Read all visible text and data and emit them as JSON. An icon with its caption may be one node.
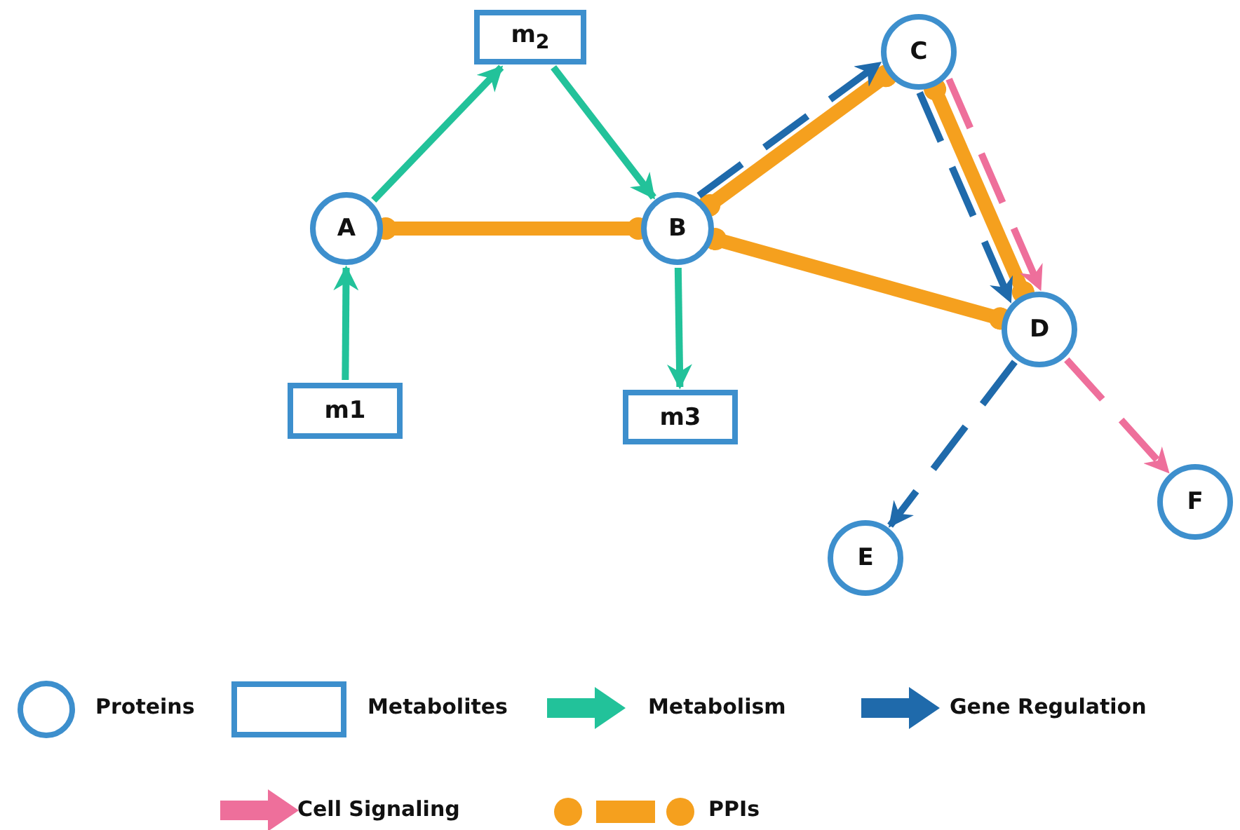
{
  "diagram": {
    "nodes": [
      {
        "text": [
          "A"
        ]
      },
      {
        "text": [
          "B"
        ]
      },
      {
        "text": [
          "C"
        ]
      },
      {
        "text": [
          "D"
        ]
      },
      {
        "text": [
          "E"
        ]
      },
      {
        "text": [
          "F"
        ]
      },
      {
        "text": [
          "m1"
        ]
      },
      {
        "text": [
          "m$_{2}$"
        ]
      },
      {
        "text": [
          "m3"
        ]
      }
    ],
    "edges": [
      {
        "from": 6,
        "to": 0,
        "arrow": "to"
      },
      {
        "from": 0,
        "to": 7,
        "arrow": "to"
      },
      {
        "from": 7,
        "to": 1,
        "arrow": "to"
      },
      {
        "from": 1,
        "to": 8,
        "arrow": "to"
      },
      {
        "from": 0,
        "to": 1,
        "arrow": "other",
        "style": "thick",
        "color": "#f5a01e"
      },
      {
        "from": 1,
        "to": 2,
        "arrow": "other",
        "style": "thick",
        "color": "#f5a01e"
      },
      {
        "from": 1,
        "to": 3,
        "arrow": "other",
        "style": "thick",
        "color": "#f5a01e"
      },
      {
        "from": 2,
        "to": 3,
        "arrow": "other",
        "style": "thick",
        "color": "#f5a01e"
      },
      {
        "from": 1,
        "to": 2,
        "arrow": "to",
        "style": "dashed",
        "color": "#1f6aab"
      },
      {
        "from": 2,
        "to": 3,
        "arrow": "to",
        "style": "dashed",
        "color": "#1f6aab"
      },
      {
        "from": 3,
        "to": 4,
        "arrow": "to",
        "style": "dashed",
        "color": "#1f6aab"
      },
      {
        "from": 2,
        "to": 3,
        "arrow": "to",
        "style": "dashed",
        "color": "#ee6f9b"
      },
      {
        "from": 3,
        "to": 5,
        "arrow": "to",
        "style": "dashed",
        "color": "#ee6f9b"
      }
    ],
    "legend": [
      {
        "text": "Proteins"
      },
      {
        "text": "Metabolites"
      },
      {
        "text": "Metabolism",
        "color": "#22c29a"
      },
      {
        "text": "Gene Regulation",
        "color": "#1f6aab"
      },
      {
        "text": "Cell Signaling",
        "color": "#ee6f9b"
      },
      {
        "text": "PPIs",
        "color": "#f5a01e"
      }
    ]
  }
}
